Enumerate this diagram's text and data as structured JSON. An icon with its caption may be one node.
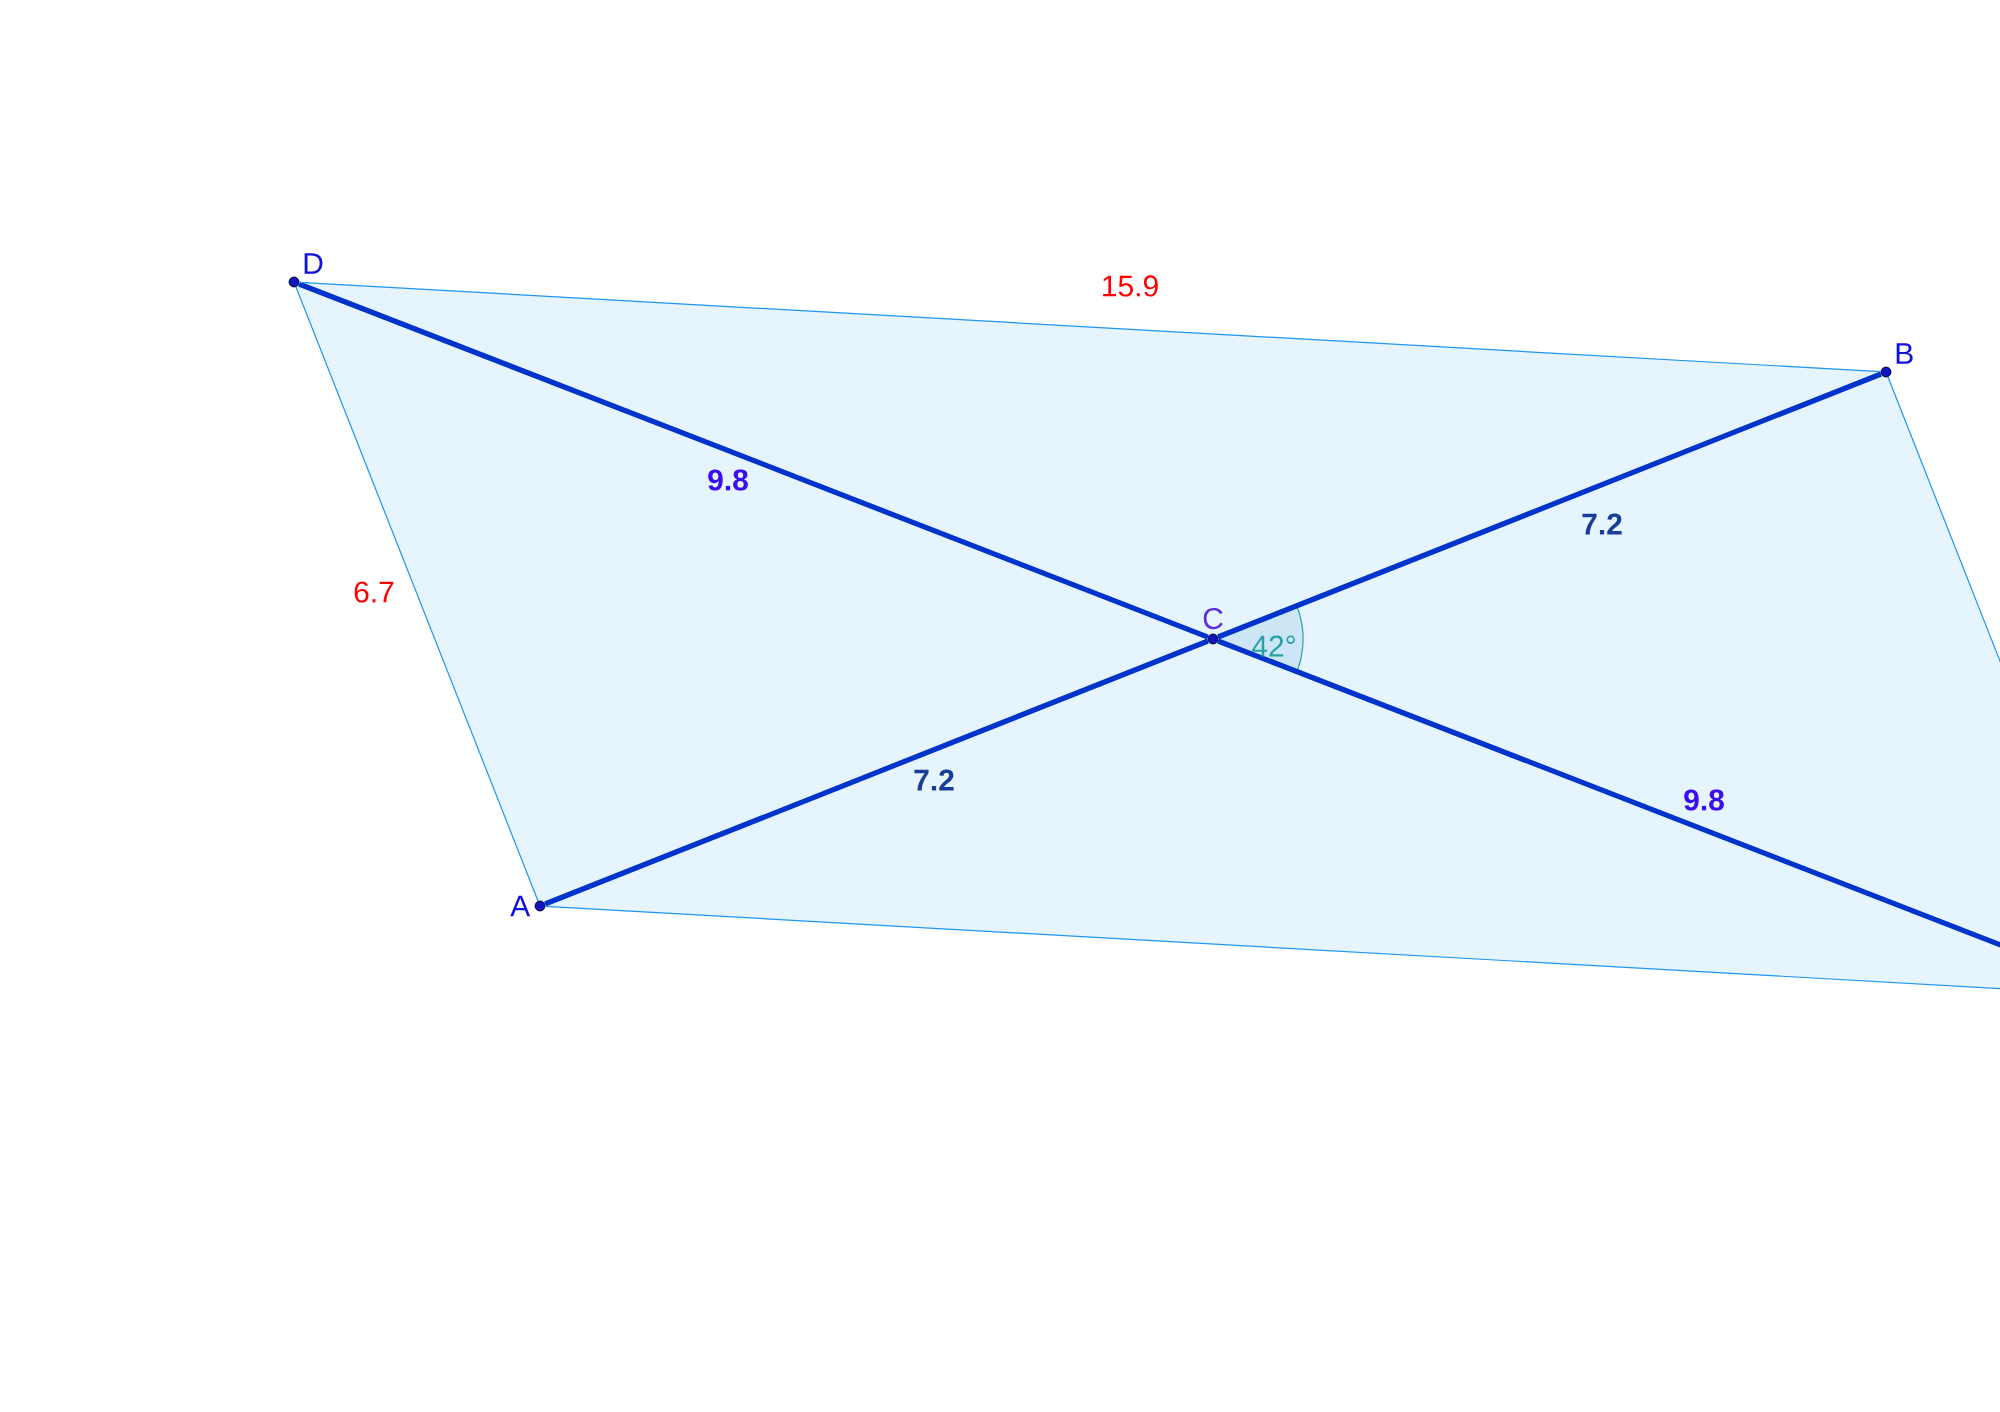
{
  "diagram": {
    "nodes": [
      {
        "text": [
          "D"
        ]
      },
      {
        "text": [
          "B"
        ]
      },
      {
        "text": [
          "C"
        ]
      },
      {
        "text": [
          "A"
        ]
      }
    ],
    "edges": [
      {
        "from": 0,
        "to": 2,
        "arrow": "none",
        "label": "9.8",
        "style": "thick"
      },
      {
        "from": 2,
        "to": null,
        "arrow": "none",
        "label": "9.8",
        "style": "thick"
      },
      {
        "from": 3,
        "to": 2,
        "arrow": "none",
        "label": "7.2",
        "style": "thick"
      },
      {
        "from": 2,
        "to": 1,
        "arrow": "none",
        "label": "7.2",
        "style": "thick"
      },
      {
        "from": 0,
        "to": 1,
        "arrow": "none",
        "label": "15.9",
        "color": "#1e96f0"
      },
      {
        "from": 0,
        "to": 3,
        "arrow": "none",
        "label": "6.7",
        "color": "#1e96f0"
      },
      {
        "from": 3,
        "to": null,
        "arrow": "none",
        "color": "#1e96f0"
      },
      {
        "from": 1,
        "to": null,
        "arrow": "none",
        "color": "#1e96f0"
      }
    ],
    "labels": [
      "42°"
    ]
  }
}
